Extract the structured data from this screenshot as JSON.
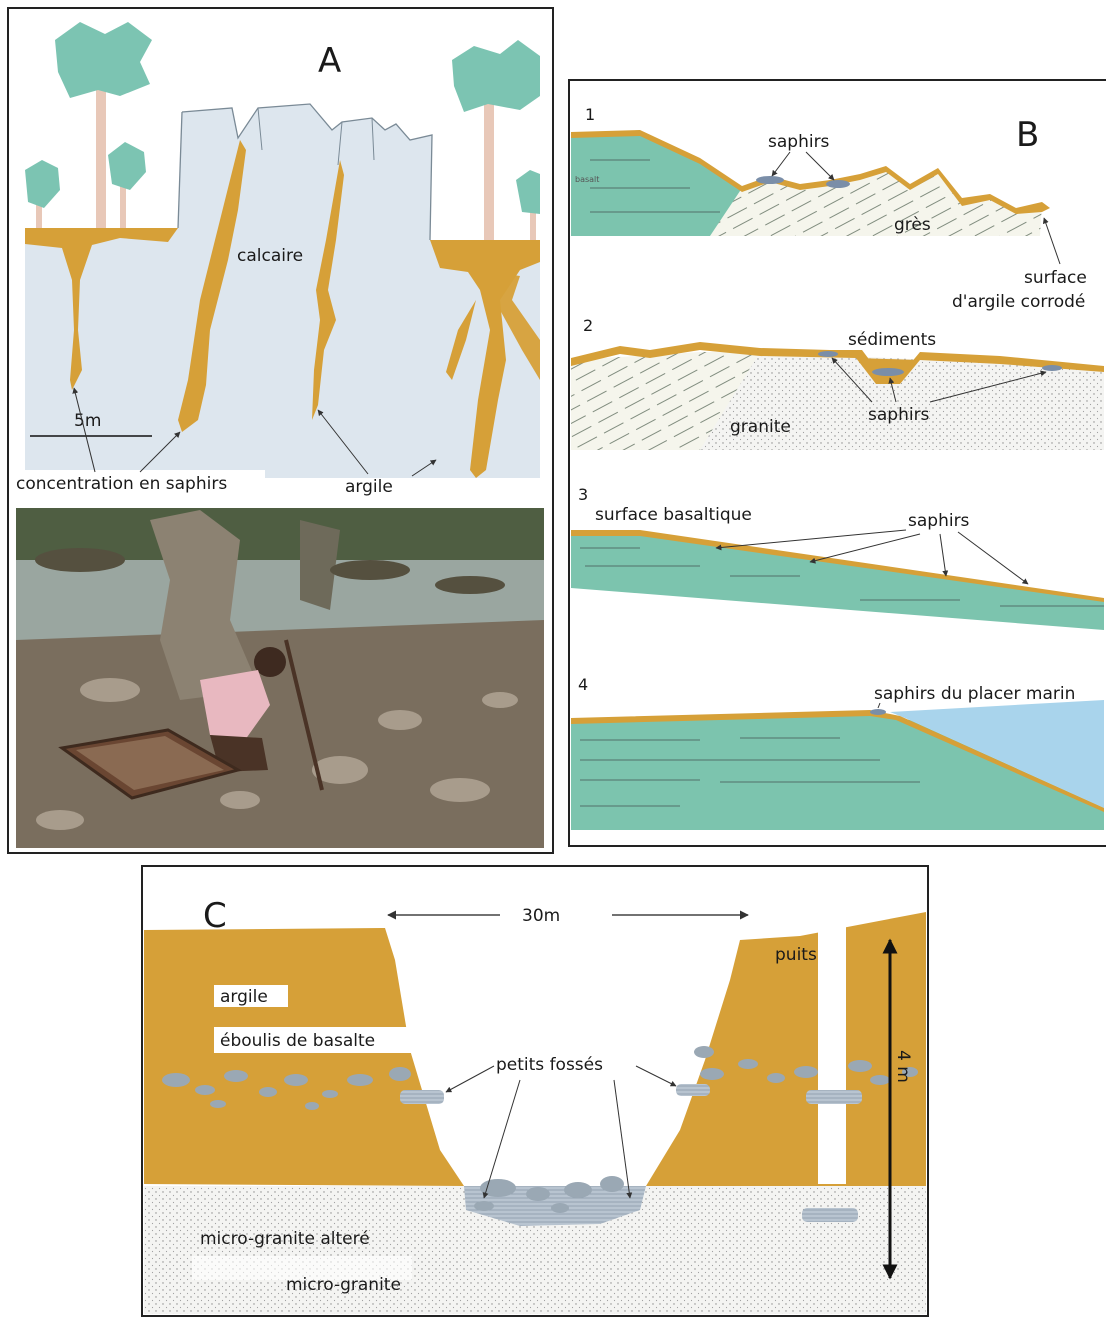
{
  "panel_a": {
    "letter": "A",
    "labels": {
      "limestone": "calcaire",
      "scale": "5m",
      "concentration": "concentration en saphirs",
      "clay": "argile"
    }
  },
  "panel_b": {
    "letter": "B",
    "sections": [
      {
        "number": "1",
        "labels": {
          "sapphires": "saphirs",
          "sandstone": "grès",
          "surface_top": "surface",
          "surface_bottom": "d'argile corrodé",
          "basalt_tag": "basalt"
        }
      },
      {
        "number": "2",
        "labels": {
          "sediments": "sédiments",
          "granite": "granite",
          "sapphires": "saphirs"
        }
      },
      {
        "number": "3",
        "labels": {
          "surface": "surface basaltique",
          "sapphires": "saphirs"
        }
      },
      {
        "number": "4",
        "labels": {
          "placer": "saphirs du placer marin"
        }
      }
    ]
  },
  "panel_c": {
    "letter": "C",
    "labels": {
      "width": "30m",
      "well": "puits",
      "depth": "4 m",
      "clay": "argile",
      "basalt_scree": "éboulis de basalte",
      "trenches": "petits fossés",
      "altered_granite": "micro-granite alteré",
      "granite": "micro-granite"
    }
  },
  "colors": {
    "clay": "#d6a038",
    "limestone": "#dde6ee",
    "basalt": "#7cc4ae",
    "sea": "#a9d4ec",
    "stone": "#9aa8b4",
    "tree_trunk": "#e8c8b8",
    "tree_crown": "#7cc4b2"
  }
}
